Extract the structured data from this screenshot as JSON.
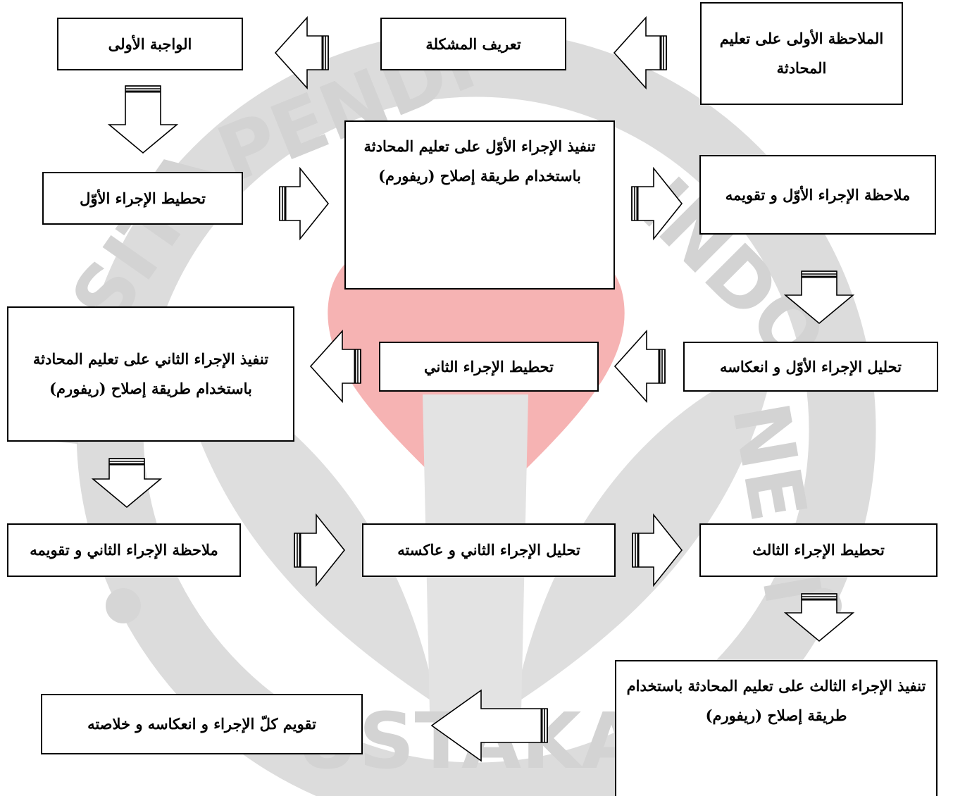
{
  "watermark": {
    "ring_text": "UNIVERSITAS PENDIDIKAN INDONESIA",
    "bottom_text": "PUSTAKA",
    "colors": {
      "gray": "#d6d6d6",
      "red": "#f5a9a9"
    }
  },
  "diagram": {
    "nodes": {
      "initial_observation": "الملاحظة الأولى على تعليم المحادثة",
      "problem_definition": "تعريف المشكلة",
      "first_assignment": "الواجبة الأولى",
      "plan_cycle_1": "تحطيط الإجراء الأوّل",
      "act_cycle_1": "تنفيذ الإجراء الأوّل على تعليم المحادثة باستخدام طريقة إصلاح (ريفورم)",
      "observe_cycle_1": "ملاحظة الإجراء الأوّل و تقويمه",
      "analyze_cycle_1": "تحليل الإجراء الأوّل و انعكاسه",
      "plan_cycle_2": "تحطيط الإجراء الثاني",
      "act_cycle_2": "تنفيذ الإجراء الثاني على تعليم المحادثة باستخدام طريقة إصلاح (ريفورم)",
      "observe_cycle_2": "ملاحظة الإجراء الثاني و تقويمه",
      "analyze_cycle_2": "تحليل الإجراء الثاني و عاكسته",
      "plan_cycle_3": "تحطيط الإجراء الثالث",
      "act_cycle_3": "تنفيذ الإجراء الثالث على تعليم المحادثة باستخدام طريقة إصلاح (ريفورم)",
      "final_evaluation": "تقويم كلّ الإجراء و انعكاسه و خلاصته"
    },
    "arrow_color": "#000000",
    "box_border_color": "#000000"
  }
}
